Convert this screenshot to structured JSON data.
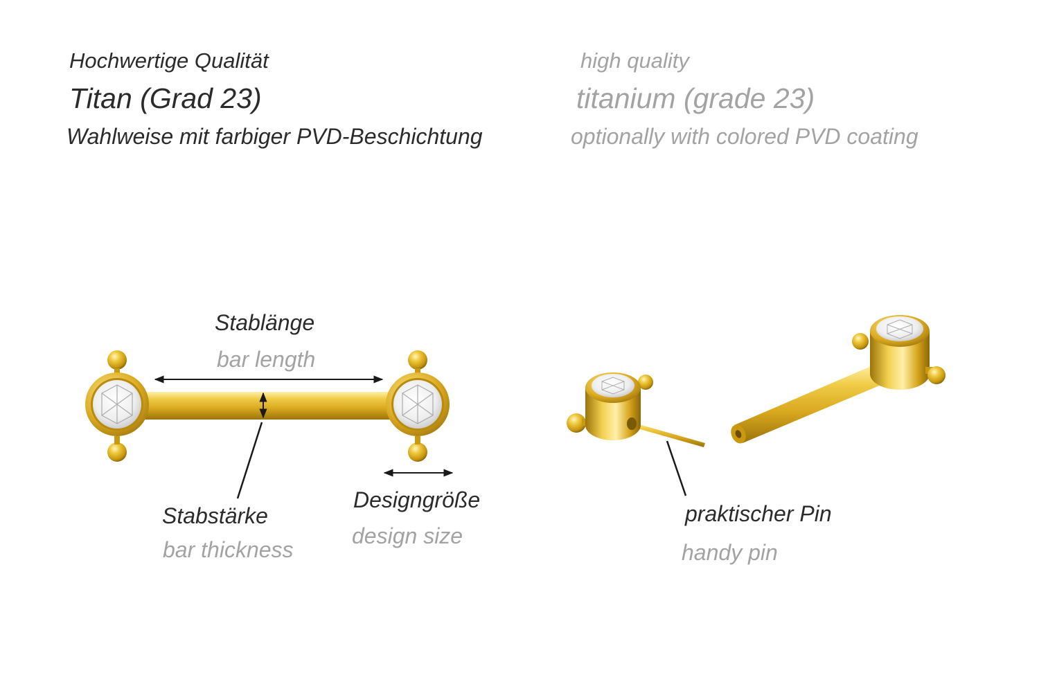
{
  "header": {
    "de": {
      "quality": "Hochwertige Qualität",
      "material": "Titan (Grad 23)",
      "coating": "Wahlweise mit farbiger PVD-Beschichtung"
    },
    "en": {
      "quality": "high quality",
      "material": "titanium (grade 23)",
      "coating": "optionally with colored PVD coating"
    }
  },
  "labels": {
    "bar_length": {
      "de": "Stablänge",
      "en": "bar length"
    },
    "bar_thickness": {
      "de": "Stabstärke",
      "en": "bar thickness"
    },
    "design_size": {
      "de": "Designgröße",
      "en": "design size"
    },
    "handy_pin": {
      "de": "praktischer Pin",
      "en": "handy pin"
    }
  },
  "colors": {
    "gold": "#e0b52a",
    "gold_dark": "#a57d0c",
    "gold_light": "#fff0a8",
    "gem": "#f2f2f2",
    "line": "#1a1a1a"
  }
}
